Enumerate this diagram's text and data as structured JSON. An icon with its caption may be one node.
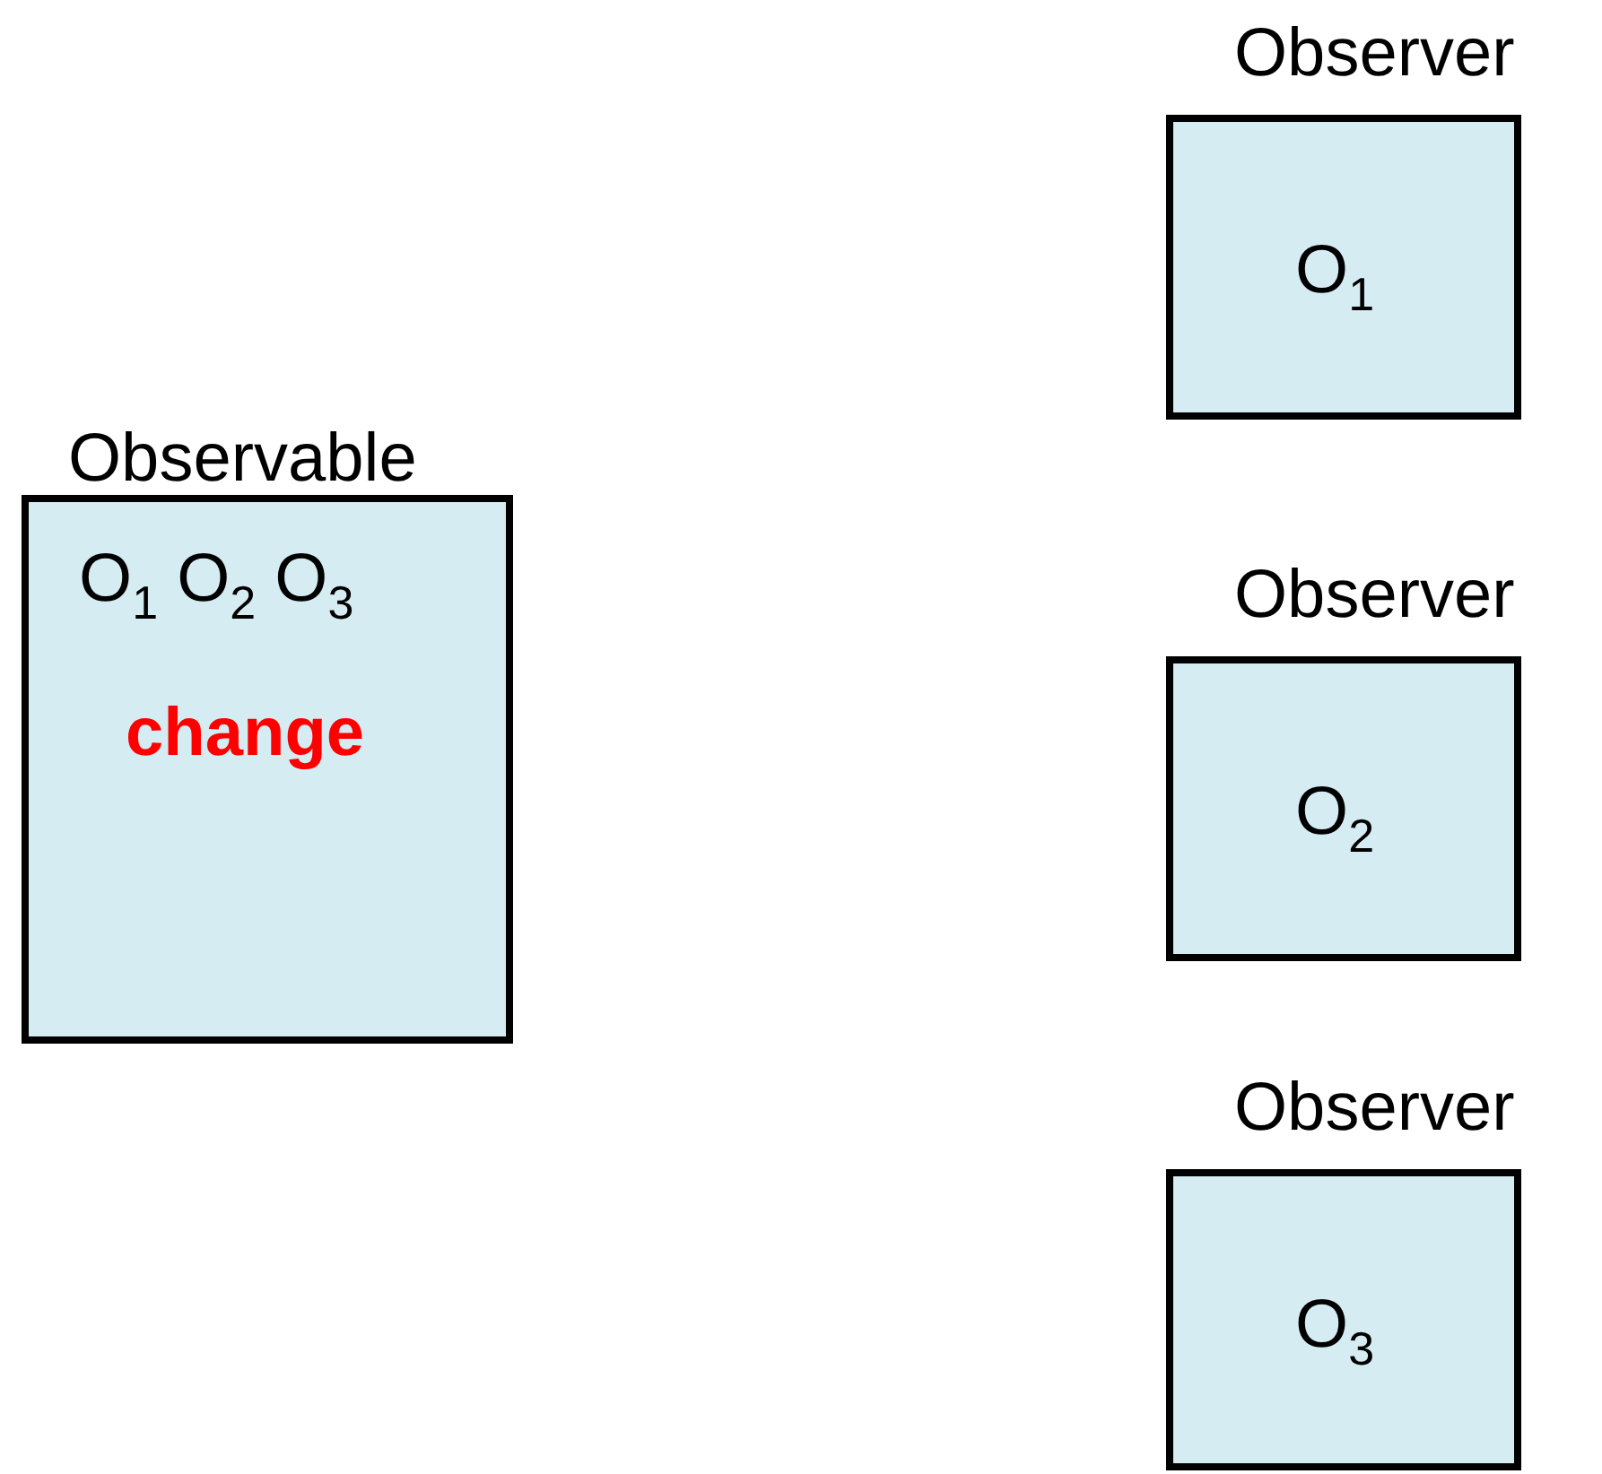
{
  "diagram": {
    "nodes": [
      {
        "text": [
          "Observable",
          "O$_{1}$ O$_{2}$ O$_{3}$",
          "change"
        ]
      },
      {
        "text": [
          "Observer",
          "O$_{1}$"
        ]
      },
      {
        "text": [
          "Observer",
          "O$_{2}$"
        ]
      },
      {
        "text": [
          "Observer",
          "O$_{3}$"
        ]
      }
    ]
  }
}
